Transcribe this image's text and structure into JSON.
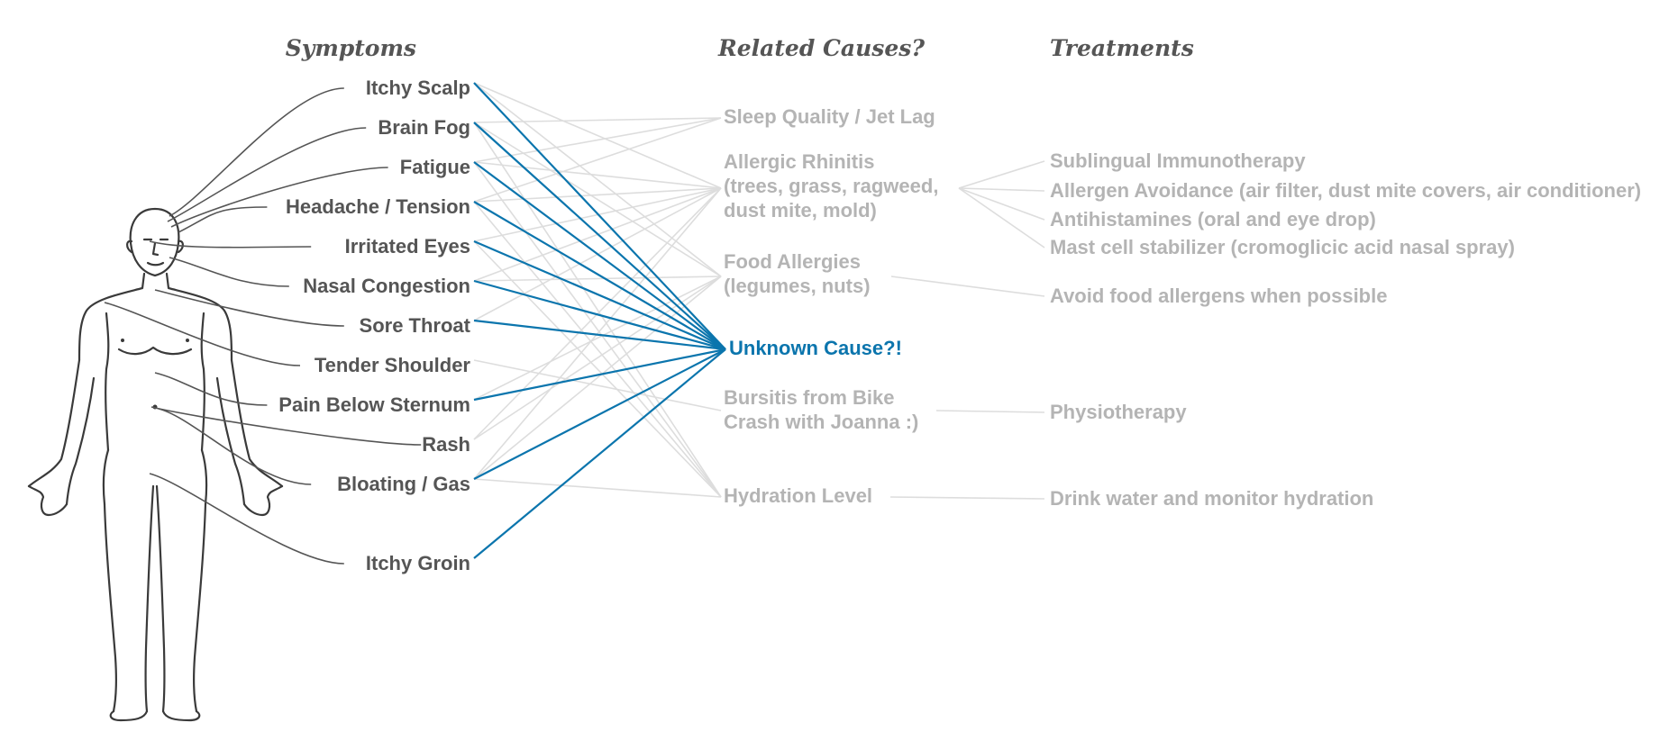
{
  "headers": {
    "symptoms": "Symptoms",
    "causes": "Related Causes?",
    "treatments": "Treatments"
  },
  "symptoms": [
    "Itchy Scalp",
    "Brain Fog",
    "Fatigue",
    "Headache / Tension",
    "Irritated Eyes",
    "Nasal Congestion",
    "Sore Throat",
    "Tender Shoulder",
    "Pain Below Sternum",
    "Rash",
    "Bloating / Gas",
    "Itchy Groin"
  ],
  "causes": [
    {
      "id": "sleep",
      "lines": [
        "Sleep Quality / Jet Lag"
      ]
    },
    {
      "id": "rhinitis",
      "lines": [
        "Allergic Rhinitis",
        "(trees, grass, ragweed,",
        "dust mite, mold)"
      ]
    },
    {
      "id": "food",
      "lines": [
        "Food Allergies",
        "(legumes, nuts)"
      ]
    },
    {
      "id": "unknown",
      "lines": [
        "Unknown Cause?!"
      ]
    },
    {
      "id": "bursitis",
      "lines": [
        "Bursitis from Bike",
        "Crash with Joanna :)"
      ]
    },
    {
      "id": "hydration",
      "lines": [
        "Hydration Level"
      ]
    }
  ],
  "treatments": [
    {
      "cause": "rhinitis",
      "text": "Sublingual Immunotherapy"
    },
    {
      "cause": "rhinitis",
      "text": "Allergen Avoidance (air filter, dust mite covers, air conditioner)"
    },
    {
      "cause": "rhinitis",
      "text": "Antihistamines (oral and eye drop)"
    },
    {
      "cause": "rhinitis",
      "text": "Mast cell stabilizer (cromoglicic acid nasal spray)"
    },
    {
      "cause": "food",
      "text": "Avoid food allergens when possible"
    },
    {
      "cause": "bursitis",
      "text": "Physiotherapy"
    },
    {
      "cause": "hydration",
      "text": "Drink water and monitor hydration"
    }
  ],
  "links": [
    {
      "symptom": "Itchy Scalp",
      "cause": "rhinitis"
    },
    {
      "symptom": "Itchy Scalp",
      "cause": "food"
    },
    {
      "symptom": "Brain Fog",
      "cause": "sleep"
    },
    {
      "symptom": "Brain Fog",
      "cause": "food"
    },
    {
      "symptom": "Brain Fog",
      "cause": "hydration"
    },
    {
      "symptom": "Fatigue",
      "cause": "sleep"
    },
    {
      "symptom": "Fatigue",
      "cause": "rhinitis"
    },
    {
      "symptom": "Fatigue",
      "cause": "hydration"
    },
    {
      "symptom": "Headache / Tension",
      "cause": "sleep"
    },
    {
      "symptom": "Headache / Tension",
      "cause": "rhinitis"
    },
    {
      "symptom": "Headache / Tension",
      "cause": "hydration"
    },
    {
      "symptom": "Irritated Eyes",
      "cause": "rhinitis"
    },
    {
      "symptom": "Irritated Eyes",
      "cause": "hydration"
    },
    {
      "symptom": "Nasal Congestion",
      "cause": "rhinitis"
    },
    {
      "symptom": "Nasal Congestion",
      "cause": "food"
    },
    {
      "symptom": "Sore Throat",
      "cause": "rhinitis"
    },
    {
      "symptom": "Tender Shoulder",
      "cause": "bursitis"
    },
    {
      "symptom": "Pain Below Sternum",
      "cause": "food"
    },
    {
      "symptom": "Rash",
      "cause": "rhinitis"
    },
    {
      "symptom": "Rash",
      "cause": "food"
    },
    {
      "symptom": "Bloating / Gas",
      "cause": "rhinitis"
    },
    {
      "symptom": "Bloating / Gas",
      "cause": "food"
    },
    {
      "symptom": "Bloating / Gas",
      "cause": "hydration"
    }
  ],
  "unknown_links": [
    "Itchy Scalp",
    "Brain Fog",
    "Fatigue",
    "Headache / Tension",
    "Irritated Eyes",
    "Nasal Congestion",
    "Sore Throat",
    "Pain Below Sternum",
    "Bloating / Gas",
    "Itchy Groin"
  ],
  "colors": {
    "symptom_text": "#555555",
    "cause_text": "#b4b4b4",
    "highlight": "#0b75ad",
    "grey_link": "#dddddd"
  }
}
